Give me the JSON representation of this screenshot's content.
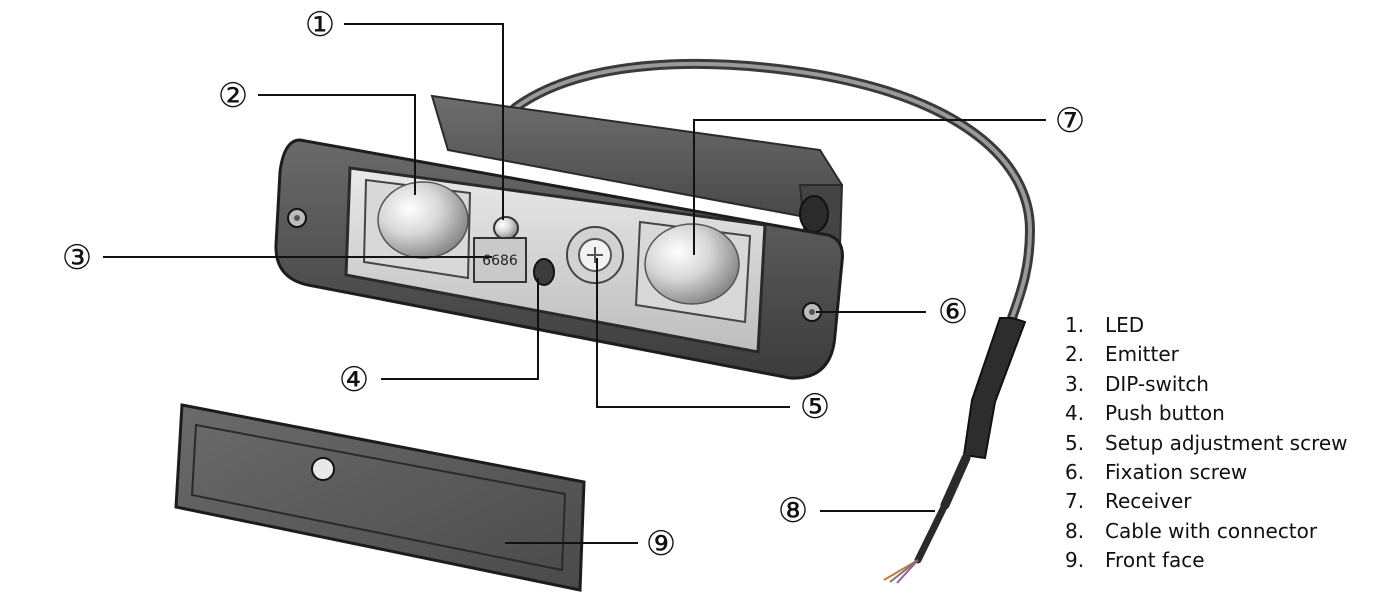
{
  "callouts": [
    {
      "number": "①"
    },
    {
      "number": "②"
    },
    {
      "number": "③"
    },
    {
      "number": "④"
    },
    {
      "number": "⑤"
    },
    {
      "number": "⑥"
    },
    {
      "number": "⑦"
    },
    {
      "number": "⑧"
    },
    {
      "number": "⑨"
    }
  ],
  "dip_switch_text": "6686",
  "legend": [
    {
      "num": "1.",
      "label": "LED"
    },
    {
      "num": "2.",
      "label": "Emitter"
    },
    {
      "num": "3.",
      "label": "DIP-switch"
    },
    {
      "num": "4.",
      "label": "Push button"
    },
    {
      "num": "5.",
      "label": "Setup adjustment screw"
    },
    {
      "num": "6.",
      "label": "Fixation screw"
    },
    {
      "num": "7.",
      "label": "Receiver"
    },
    {
      "num": "8.",
      "label": "Cable with connector"
    },
    {
      "num": "9.",
      "label": "Front face"
    }
  ]
}
